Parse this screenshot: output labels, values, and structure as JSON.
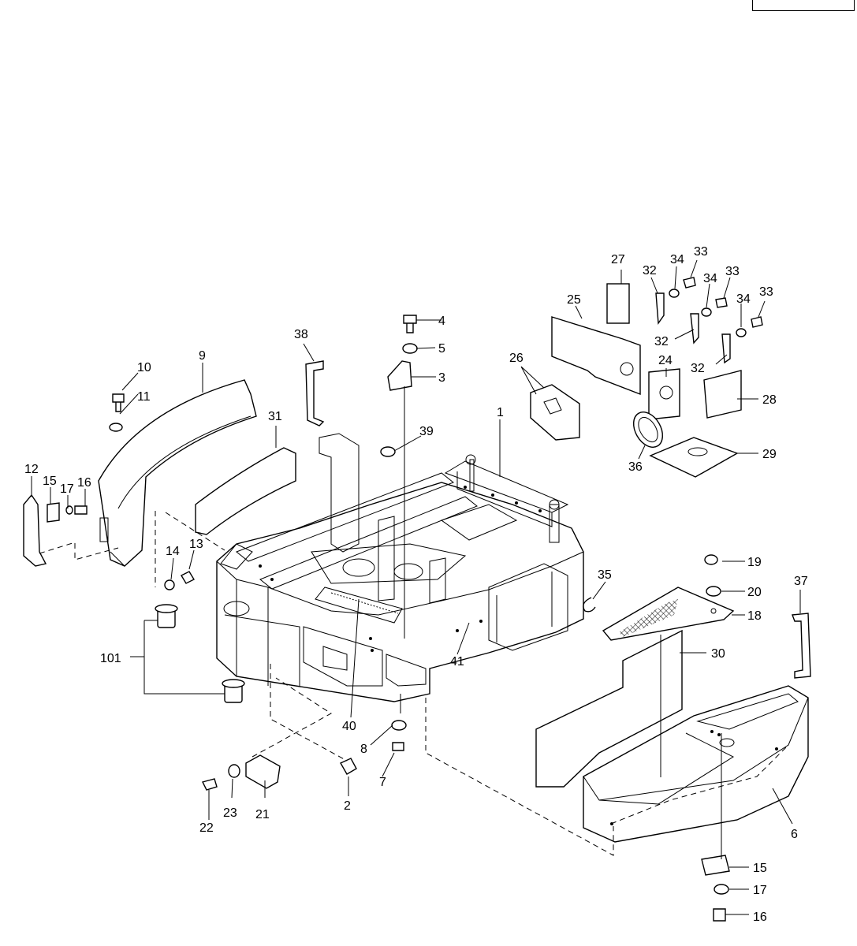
{
  "corner_box": {
    "text": ""
  },
  "colors": {
    "line": "#000000",
    "background": "#ffffff"
  },
  "callouts": [
    {
      "id": "c1",
      "label": "1"
    },
    {
      "id": "c2",
      "label": "2"
    },
    {
      "id": "c3",
      "label": "3"
    },
    {
      "id": "c4",
      "label": "4"
    },
    {
      "id": "c5",
      "label": "5"
    },
    {
      "id": "c6",
      "label": "6"
    },
    {
      "id": "c7",
      "label": "7"
    },
    {
      "id": "c8",
      "label": "8"
    },
    {
      "id": "c9",
      "label": "9"
    },
    {
      "id": "c10",
      "label": "10"
    },
    {
      "id": "c11",
      "label": "11"
    },
    {
      "id": "c12",
      "label": "12"
    },
    {
      "id": "c13",
      "label": "13"
    },
    {
      "id": "c14",
      "label": "14"
    },
    {
      "id": "c15a",
      "label": "15"
    },
    {
      "id": "c15b",
      "label": "15"
    },
    {
      "id": "c16a",
      "label": "16"
    },
    {
      "id": "c16b",
      "label": "16"
    },
    {
      "id": "c17a",
      "label": "17"
    },
    {
      "id": "c17b",
      "label": "17"
    },
    {
      "id": "c18",
      "label": "18"
    },
    {
      "id": "c19",
      "label": "19"
    },
    {
      "id": "c20",
      "label": "20"
    },
    {
      "id": "c21",
      "label": "21"
    },
    {
      "id": "c22",
      "label": "22"
    },
    {
      "id": "c23",
      "label": "23"
    },
    {
      "id": "c24",
      "label": "24"
    },
    {
      "id": "c25",
      "label": "25"
    },
    {
      "id": "c26",
      "label": "26"
    },
    {
      "id": "c27",
      "label": "27"
    },
    {
      "id": "c28",
      "label": "28"
    },
    {
      "id": "c29",
      "label": "29"
    },
    {
      "id": "c30",
      "label": "30"
    },
    {
      "id": "c31",
      "label": "31"
    },
    {
      "id": "c32a",
      "label": "32"
    },
    {
      "id": "c32b",
      "label": "32"
    },
    {
      "id": "c32c",
      "label": "32"
    },
    {
      "id": "c33a",
      "label": "33"
    },
    {
      "id": "c33b",
      "label": "33"
    },
    {
      "id": "c33c",
      "label": "33"
    },
    {
      "id": "c34a",
      "label": "34"
    },
    {
      "id": "c34b",
      "label": "34"
    },
    {
      "id": "c34c",
      "label": "34"
    },
    {
      "id": "c35",
      "label": "35"
    },
    {
      "id": "c36",
      "label": "36"
    },
    {
      "id": "c37",
      "label": "37"
    },
    {
      "id": "c38",
      "label": "38"
    },
    {
      "id": "c39",
      "label": "39"
    },
    {
      "id": "c40",
      "label": "40"
    },
    {
      "id": "c41",
      "label": "41"
    },
    {
      "id": "c101",
      "label": "101"
    }
  ]
}
